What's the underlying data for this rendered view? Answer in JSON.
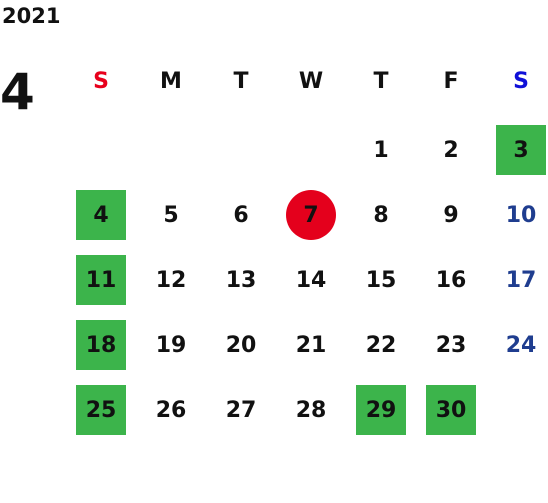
{
  "calendar": {
    "year": "2021",
    "month": "4",
    "weekdays": [
      "S",
      "M",
      "T",
      "W",
      "T",
      "F",
      "S"
    ],
    "weekday_colors": [
      "#e8001c",
      "#111111",
      "#111111",
      "#111111",
      "#111111",
      "#111111",
      "#1010d8"
    ],
    "days": [
      {
        "label": "1",
        "row": 0,
        "col": 4
      },
      {
        "label": "2",
        "row": 0,
        "col": 5
      },
      {
        "label": "3",
        "row": 0,
        "col": 6,
        "highlight": "green"
      },
      {
        "label": "4",
        "row": 1,
        "col": 0,
        "highlight": "green"
      },
      {
        "label": "5",
        "row": 1,
        "col": 1
      },
      {
        "label": "6",
        "row": 1,
        "col": 2
      },
      {
        "label": "7",
        "row": 1,
        "col": 3,
        "highlight": "today"
      },
      {
        "label": "8",
        "row": 1,
        "col": 4
      },
      {
        "label": "9",
        "row": 1,
        "col": 5
      },
      {
        "label": "10",
        "row": 1,
        "col": 6,
        "color": "saturday"
      },
      {
        "label": "11",
        "row": 2,
        "col": 0,
        "highlight": "green"
      },
      {
        "label": "12",
        "row": 2,
        "col": 1
      },
      {
        "label": "13",
        "row": 2,
        "col": 2
      },
      {
        "label": "14",
        "row": 2,
        "col": 3
      },
      {
        "label": "15",
        "row": 2,
        "col": 4
      },
      {
        "label": "16",
        "row": 2,
        "col": 5
      },
      {
        "label": "17",
        "row": 2,
        "col": 6,
        "color": "saturday"
      },
      {
        "label": "18",
        "row": 3,
        "col": 0,
        "highlight": "green"
      },
      {
        "label": "19",
        "row": 3,
        "col": 1
      },
      {
        "label": "20",
        "row": 3,
        "col": 2
      },
      {
        "label": "21",
        "row": 3,
        "col": 3
      },
      {
        "label": "22",
        "row": 3,
        "col": 4
      },
      {
        "label": "23",
        "row": 3,
        "col": 5
      },
      {
        "label": "24",
        "row": 3,
        "col": 6,
        "color": "saturday"
      },
      {
        "label": "25",
        "row": 4,
        "col": 0,
        "highlight": "green"
      },
      {
        "label": "26",
        "row": 4,
        "col": 1
      },
      {
        "label": "27",
        "row": 4,
        "col": 2
      },
      {
        "label": "28",
        "row": 4,
        "col": 3
      },
      {
        "label": "29",
        "row": 4,
        "col": 4,
        "highlight": "green"
      },
      {
        "label": "30",
        "row": 4,
        "col": 5,
        "highlight": "green"
      }
    ]
  },
  "colors": {
    "green": "#3cb44b",
    "today": "#e4001c",
    "saturday_date": "#1f3d8f",
    "text": "#111111"
  }
}
